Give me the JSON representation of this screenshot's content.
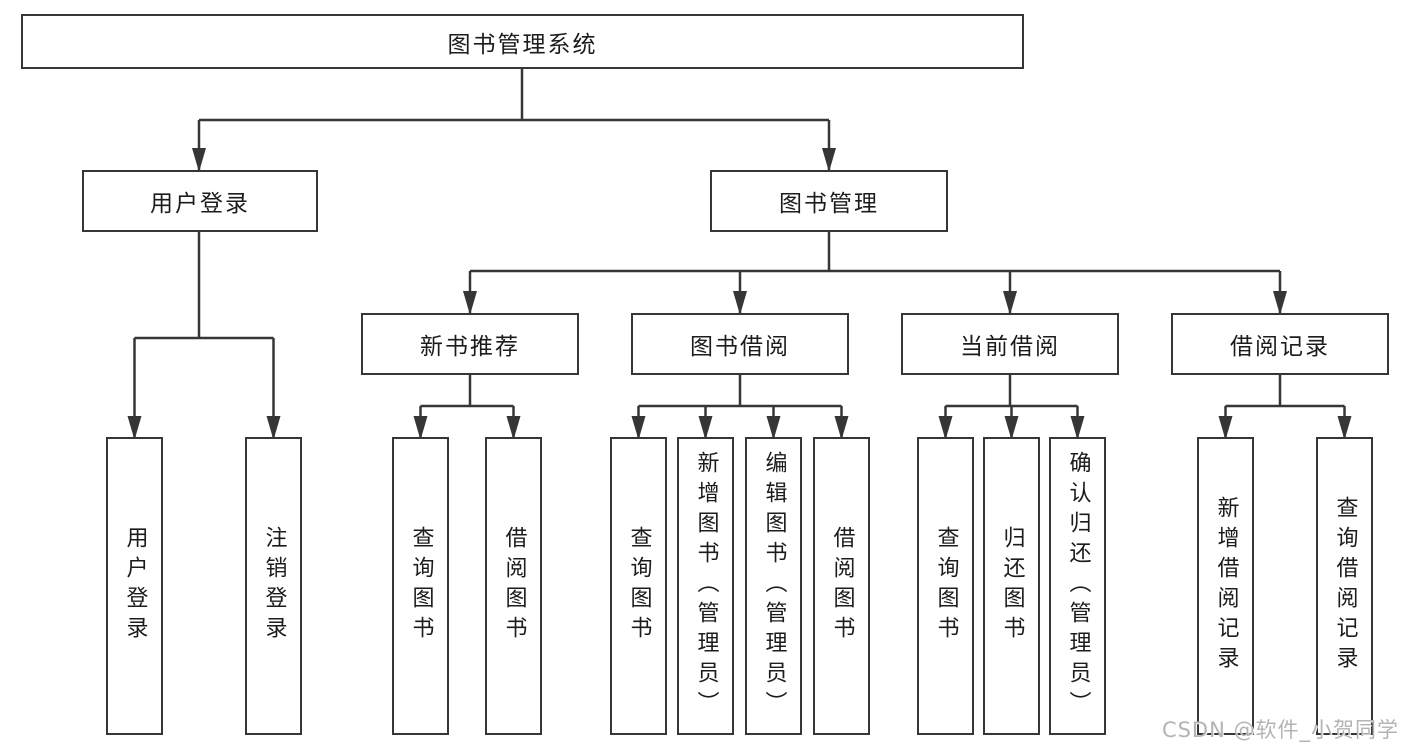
{
  "diagram": {
    "title_node": "图书管理系统",
    "level2": {
      "user_login": "用户登录",
      "book_mgmt": "图书管理"
    },
    "level3": {
      "new_book_rec": "新书推荐",
      "book_borrow": "图书借阅",
      "current_borrow": "当前借阅",
      "borrow_records": "借阅记录"
    },
    "leaves": {
      "user_login": "用户登录",
      "logout": "注销登录",
      "nb_query": "查询图书",
      "nb_borrow": "借阅图书",
      "bb_query": "查询图书",
      "bb_add": "新增图书（管理员）",
      "bb_edit": "编辑图书（管理员）",
      "bb_borrow": "借阅图书",
      "cb_query": "查询图书",
      "cb_return": "归还图书",
      "cb_confirm": "确认归还（管理员）",
      "br_add": "新增借阅记录",
      "br_query": "查询借阅记录"
    },
    "colors": {
      "line": "#363636",
      "text": "#1c1c1c",
      "background": "#ffffff",
      "watermark": "#b4b4b4"
    },
    "watermark": "CSDN @软件_小贺同学"
  }
}
